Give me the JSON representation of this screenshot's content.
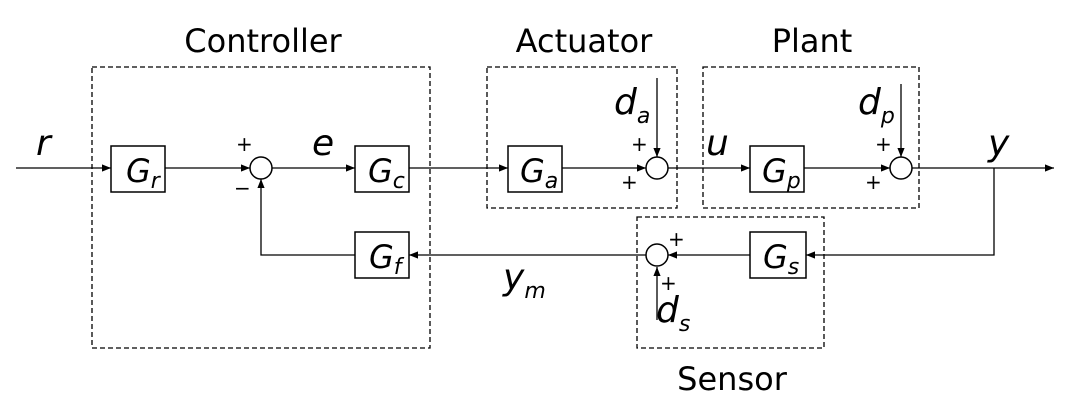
{
  "groups": {
    "controller": "Controller",
    "actuator": "Actuator",
    "plant": "Plant",
    "sensor": "Sensor"
  },
  "signals": {
    "r": "r",
    "e": "e",
    "u": "u",
    "y": "y",
    "y_m": {
      "main": "y",
      "sub": "m"
    },
    "d_a": {
      "main": "d",
      "sub": "a"
    },
    "d_p": {
      "main": "d",
      "sub": "p"
    },
    "d_s": {
      "main": "d",
      "sub": "s"
    }
  },
  "blocks": {
    "Gr": {
      "main": "G",
      "sub": "r"
    },
    "Gc": {
      "main": "G",
      "sub": "c"
    },
    "Ga": {
      "main": "G",
      "sub": "a"
    },
    "Gp": {
      "main": "G",
      "sub": "p"
    },
    "Gs": {
      "main": "G",
      "sub": "s"
    },
    "Gf": {
      "main": "G",
      "sub": "f"
    }
  },
  "signs": {
    "plus": "+",
    "minus": "−"
  }
}
